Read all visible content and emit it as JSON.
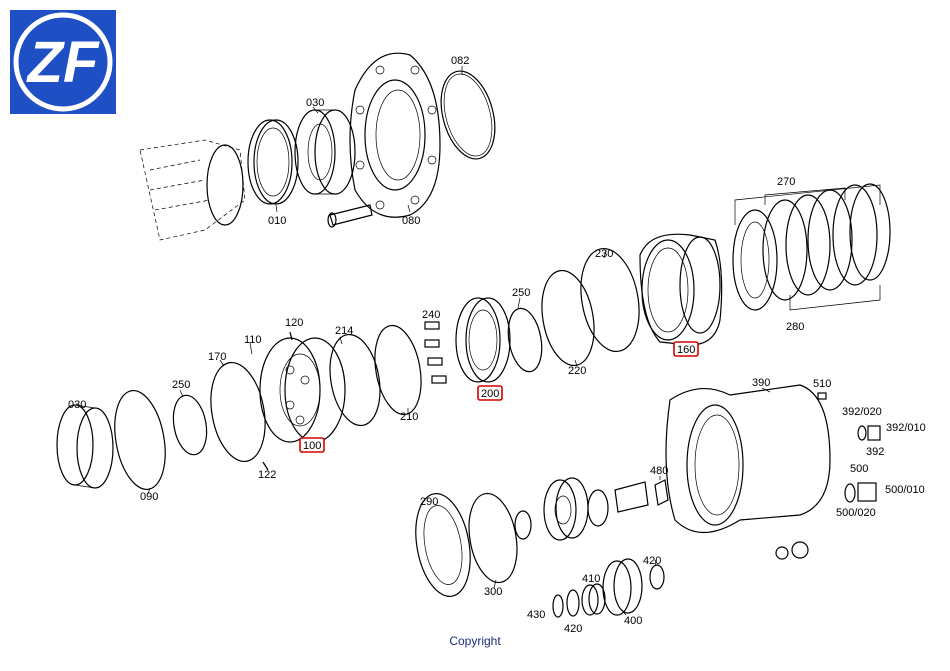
{
  "logo": {
    "text": "ZF",
    "background": "#1e4fc4",
    "foreground": "#ffffff"
  },
  "highlight_color": "#d40000",
  "footer": {
    "copyright": "Copyright"
  },
  "labels": {
    "p082": "082",
    "p030a": "030",
    "p010": "010",
    "p080": "080",
    "p270": "270",
    "p280": "280",
    "p230": "230",
    "p220": "220",
    "p250a": "250",
    "p240": "240",
    "p200": "200",
    "p214": "214",
    "p210": "210",
    "p120": "120",
    "p110": "110",
    "p100": "100",
    "p170": "170",
    "p250b": "250",
    "p030b": "030",
    "p090": "090",
    "p122": "122",
    "p160": "160",
    "p390": "390",
    "p510": "510",
    "p392_020": "392/020",
    "p392_010": "392/010",
    "p392": "392",
    "p500": "500",
    "p500_010": "500/010",
    "p500_020": "500/020",
    "p480": "480",
    "p290": "290",
    "p300": "300",
    "p420a": "420",
    "p410": "410",
    "p430": "430",
    "p420b": "420",
    "p400": "400"
  }
}
